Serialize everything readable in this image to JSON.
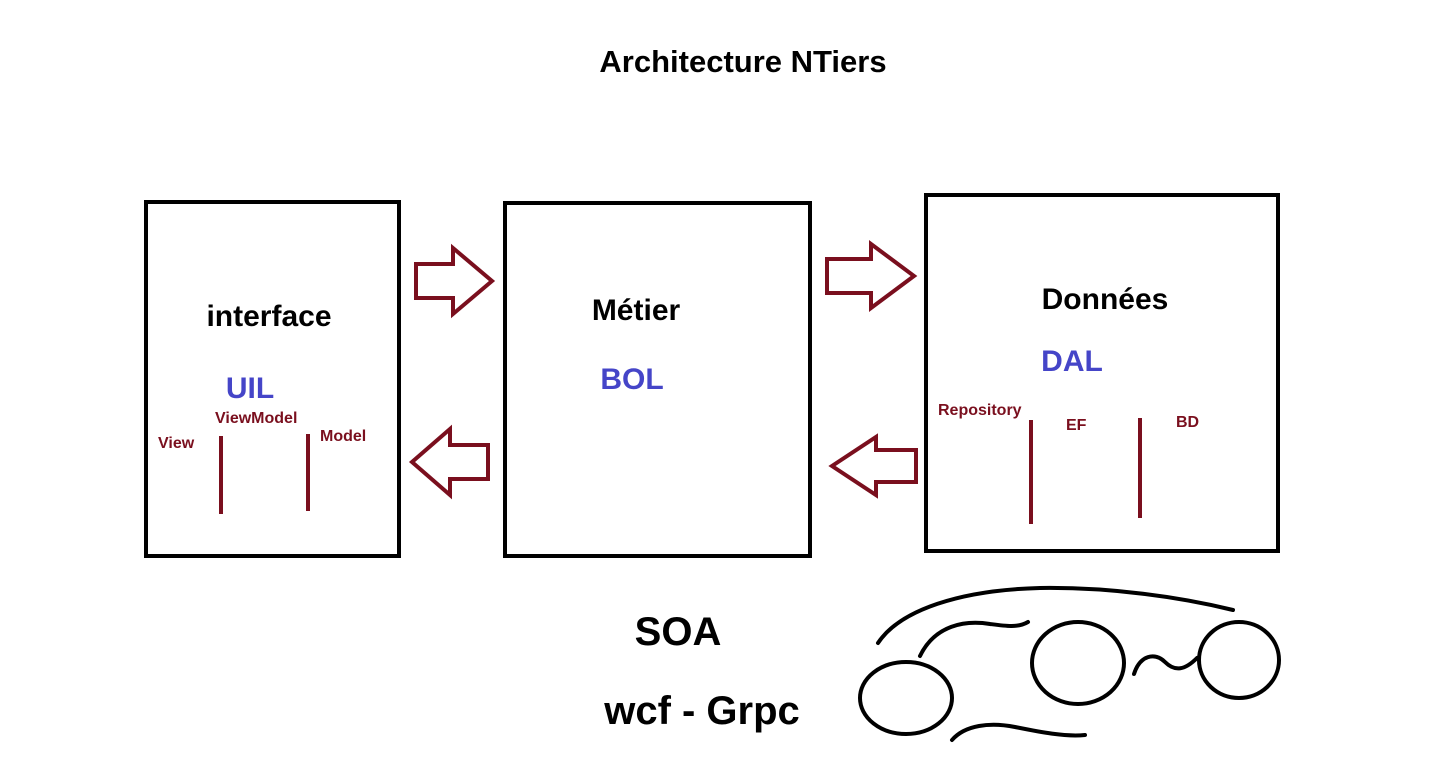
{
  "title": "Architecture NTiers",
  "colors": {
    "box_stroke": "#000000",
    "arrow": "#7a0f1e",
    "layer_code": "#4545c8",
    "sub_label": "#7a0f1e",
    "line": "#7a0f1e"
  },
  "boxes": {
    "interface": {
      "label": "interface",
      "code": "UIL",
      "sublabels": {
        "view": "View",
        "viewmodel": "ViewModel",
        "model": "Model"
      }
    },
    "metier": {
      "label": "Métier",
      "code": "BOL"
    },
    "donnees": {
      "label": "Données",
      "code": "DAL",
      "sublabels": {
        "repository": "Repository",
        "ef": "EF",
        "bd": "BD"
      }
    }
  },
  "arrows": {
    "interface_to_metier": "right",
    "metier_to_donnees": "right",
    "donnees_to_metier": "left",
    "metier_to_interface": "left"
  },
  "bottom": {
    "soa": "SOA",
    "protocols": "wcf - Grpc"
  }
}
